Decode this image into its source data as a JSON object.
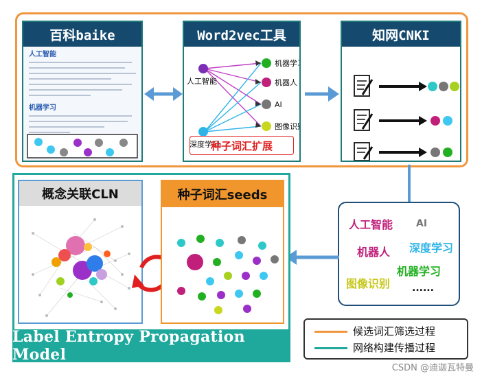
{
  "top": {
    "baike_title": "百科baike",
    "word2vec_title": "Word2vec工具",
    "cnki_title": "知网CNKI",
    "w2v_left": [
      "人工智能",
      "深度学习"
    ],
    "w2v_right": [
      "机器学习",
      "机器人",
      "AI",
      "图像识别"
    ],
    "seed_expand_label": "种子词汇扩展",
    "baike_doc": {
      "heading1": "人工智能",
      "heading2": "机器学习"
    }
  },
  "bottom": {
    "cln_title": "概念关联CLN",
    "seeds_title": "种子词汇seeds",
    "banner": "Label Entropy Propagation Model"
  },
  "words": [
    "人工智能",
    "AI",
    "机器人",
    "深度学习",
    "机器学习",
    "图像识别",
    "......"
  ],
  "legend": [
    {
      "label": "候选词汇筛选过程",
      "color": "#f0963c"
    },
    {
      "label": "网络构建传播过程",
      "color": "#1fa89c"
    }
  ],
  "watermark": "CSDN @迪迦瓦特曼",
  "colors": {
    "orange": "#f0963c",
    "teal": "#1fa89c",
    "navy": "#154a6e",
    "arrow_blue": "#5b9bd5",
    "red_cycle": "#e02020"
  }
}
